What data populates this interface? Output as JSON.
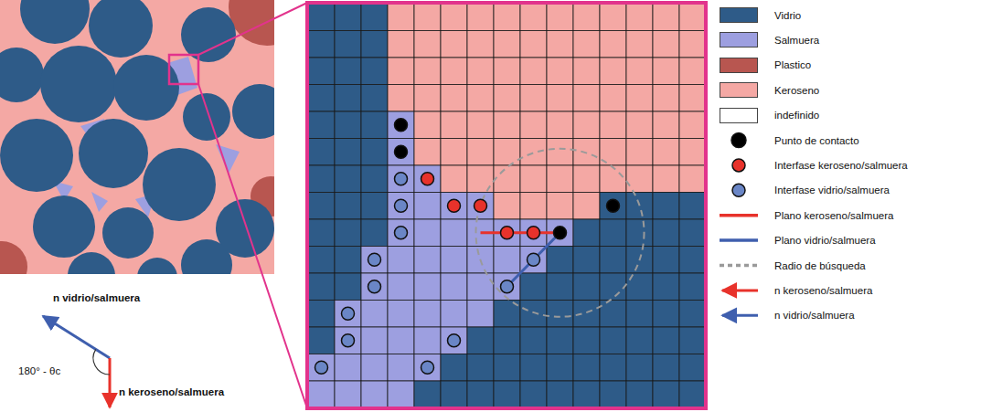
{
  "diagram": {
    "labels": [
      "n vidrio/salmuera",
      "180° - θc",
      "n keroseno/salmuera"
    ],
    "legend": [
      {
        "text": "Vidrio",
        "color": "#2e5b88"
      },
      {
        "text": "Salmuera",
        "color": "#9d9fe0"
      },
      {
        "text": "Plastico",
        "color": "#b85650"
      },
      {
        "text": "Keroseno",
        "color": "#f4a8a4"
      },
      {
        "text": "indefinido",
        "color": "#ffffff"
      },
      {
        "text": "Punto de contacto"
      },
      {
        "text": "Interfase keroseno/salmuera"
      },
      {
        "text": "Interfase vidrio/salmuera"
      },
      {
        "text": "Plano keroseno/salmuera"
      },
      {
        "text": "Plano vidrio/salmuera"
      },
      {
        "text": "Radio de búsqueda"
      },
      {
        "text": "n keroseno/salmuera"
      },
      {
        "text": "n vidrio/salmuera"
      }
    ]
  }
}
